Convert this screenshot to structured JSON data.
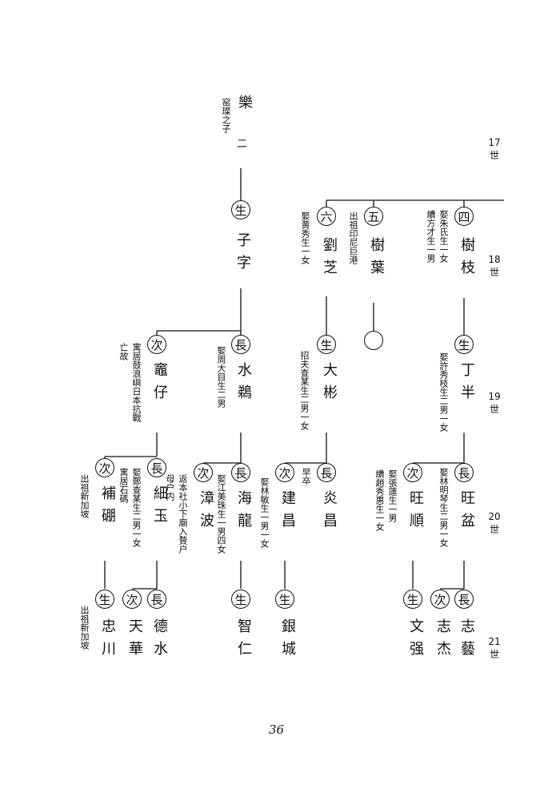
{
  "generations": [
    {
      "num": "17",
      "label": "世"
    },
    {
      "num": "18",
      "label": "世"
    },
    {
      "num": "19",
      "label": "世"
    },
    {
      "num": "20",
      "label": "世"
    },
    {
      "num": "21",
      "label": "世"
    }
  ],
  "ancestor": {
    "name": "樂",
    "note": "窑璨之子",
    "rank": "二"
  },
  "persons": [
    {
      "id": "zizi",
      "badge": "生",
      "name": "子字",
      "note": ""
    },
    {
      "id": "shuzhi",
      "badge": "四",
      "name": "樹枝",
      "note": "娶朱氏生一女",
      "note2": "續方才生一男"
    },
    {
      "id": "shuye",
      "badge": "五",
      "name": "樹葉",
      "note": "出祖印尼巨港"
    },
    {
      "id": "liuzhi",
      "badge": "六",
      "name": "劉芝",
      "note": "娶黄秀生一女"
    },
    {
      "id": "dingban",
      "badge": "生",
      "name": "丁半",
      "note": "娶許秀枝生二男一女"
    },
    {
      "id": "dabin",
      "badge": "生",
      "name": "大彬",
      "note": "招夫查某生二男一女"
    },
    {
      "id": "shuiji",
      "badge": "長",
      "name": "水鵜",
      "note": "娶周大目生二男"
    },
    {
      "id": "guizai",
      "badge": "次",
      "name": "竈仔",
      "note": "寓居鼓浪嶼日本抗戰",
      "note2": "亡故"
    },
    {
      "id": "wangpen",
      "badge": "長",
      "name": "旺盆",
      "note": "娶林明琴生二男一女"
    },
    {
      "id": "wangshun",
      "badge": "次",
      "name": "旺順",
      "note": "娶張蓮生一男",
      "note2": "續趙秀惠生一女"
    },
    {
      "id": "yanchang",
      "badge": "長",
      "name": "炎昌",
      "note": "早卒"
    },
    {
      "id": "jianchang",
      "badge": "次",
      "name": "建昌",
      "note": "娶林敏生一男一女"
    },
    {
      "id": "hailong",
      "badge": "長",
      "name": "海龍",
      "note": "娶江美珠生一男四女"
    },
    {
      "id": "zhangbo",
      "badge": "次",
      "name": "漳波",
      "note": "返本社小下廟入贅户",
      "note2": "母户内"
    },
    {
      "id": "xiyu",
      "badge": "長",
      "name": "細玉",
      "note": "娶鄭查某生二男一女",
      "note2": "寓居石碼"
    },
    {
      "id": "bupeng",
      "badge": "次",
      "name": "補硼",
      "note": "出祖新加坡"
    },
    {
      "id": "zhiyi",
      "badge": "長",
      "name": "志藝",
      "note": ""
    },
    {
      "id": "zhijie",
      "badge": "次",
      "name": "志杰",
      "note": ""
    },
    {
      "id": "wenqiang",
      "badge": "生",
      "name": "文强",
      "note": ""
    },
    {
      "id": "yincheng",
      "badge": "生",
      "name": "銀城",
      "note": ""
    },
    {
      "id": "zhiren",
      "badge": "生",
      "name": "智仁",
      "note": ""
    },
    {
      "id": "deshui",
      "badge": "長",
      "name": "德水",
      "note": ""
    },
    {
      "id": "tianhua",
      "badge": "次",
      "name": "天華",
      "note": ""
    },
    {
      "id": "zhongchuan",
      "badge": "生",
      "name": "忠川",
      "note": "出祖新加坡"
    }
  ],
  "page_number": "36"
}
